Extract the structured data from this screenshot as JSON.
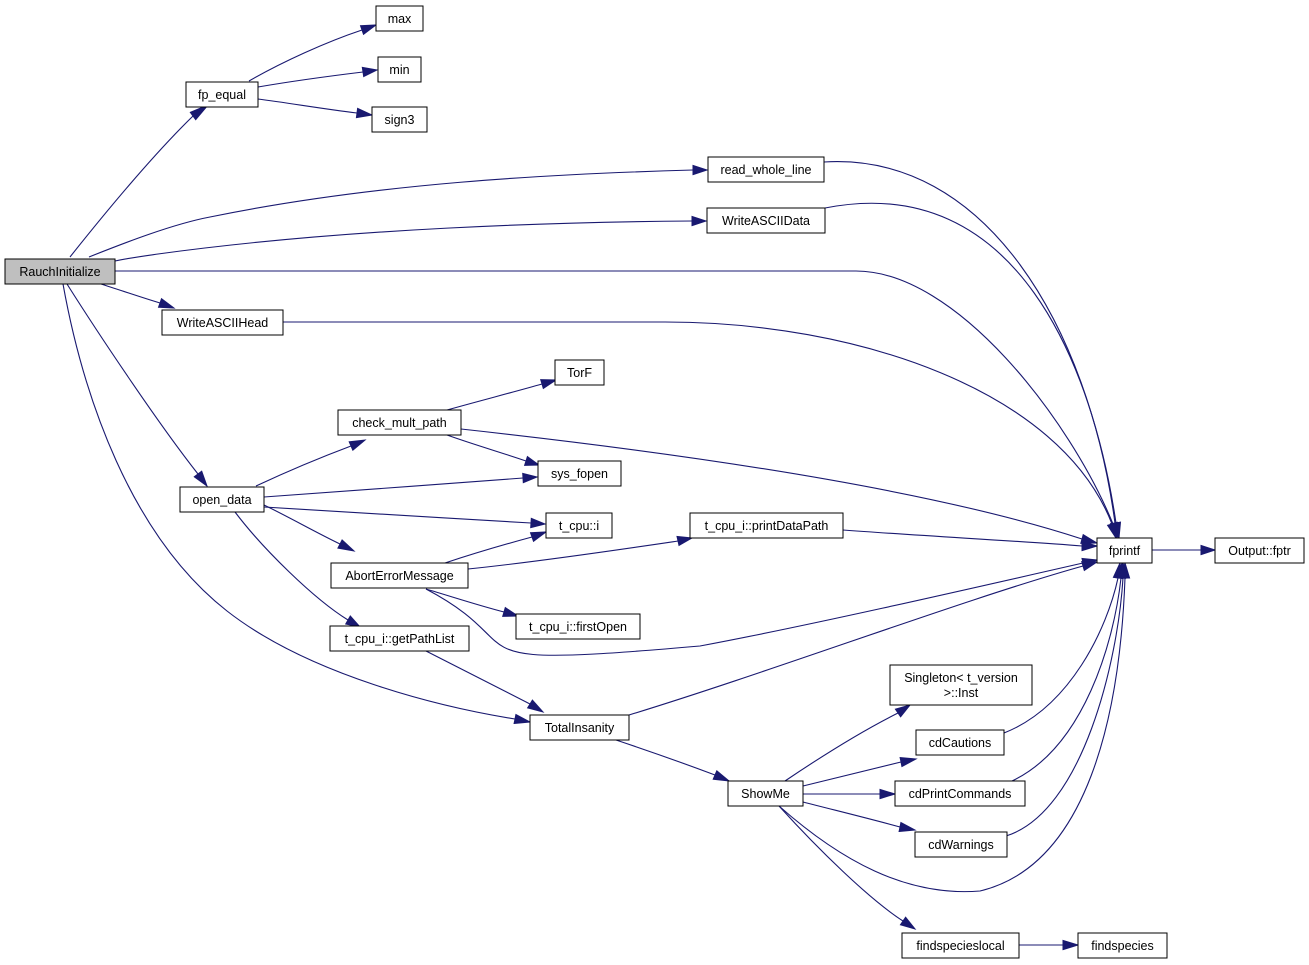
{
  "diagram": {
    "nodes": {
      "rauch": {
        "lines": [
          "RauchInitialize"
        ],
        "root": true
      },
      "fp_equal": {
        "lines": [
          "fp_equal"
        ]
      },
      "max": {
        "lines": [
          "max"
        ]
      },
      "min": {
        "lines": [
          "min"
        ]
      },
      "sign3": {
        "lines": [
          "sign3"
        ]
      },
      "read_whole_line": {
        "lines": [
          "read_whole_line"
        ]
      },
      "write_ascii_data": {
        "lines": [
          "WriteASCIIData"
        ]
      },
      "write_ascii_head": {
        "lines": [
          "WriteASCIIHead"
        ]
      },
      "torf": {
        "lines": [
          "TorF"
        ]
      },
      "check_mult_path": {
        "lines": [
          "check_mult_path"
        ]
      },
      "sys_fopen": {
        "lines": [
          "sys_fopen"
        ]
      },
      "open_data": {
        "lines": [
          "open_data"
        ]
      },
      "t_cpu_i": {
        "lines": [
          "t_cpu::i"
        ]
      },
      "print_data_path": {
        "lines": [
          "t_cpu_i::printDataPath"
        ]
      },
      "fprintf": {
        "lines": [
          "fprintf"
        ]
      },
      "output_fptr": {
        "lines": [
          "Output::fptr"
        ]
      },
      "abort_error_message": {
        "lines": [
          "AbortErrorMessage"
        ]
      },
      "first_open": {
        "lines": [
          "t_cpu_i::firstOpen"
        ]
      },
      "get_path_list": {
        "lines": [
          "t_cpu_i::getPathList"
        ]
      },
      "singleton_inst": {
        "lines": [
          "Singleton< t_version",
          ">::Inst"
        ]
      },
      "cd_cautions": {
        "lines": [
          "cdCautions"
        ]
      },
      "total_insanity": {
        "lines": [
          "TotalInsanity"
        ]
      },
      "show_me": {
        "lines": [
          "ShowMe"
        ]
      },
      "cd_print_commands": {
        "lines": [
          "cdPrintCommands"
        ]
      },
      "cd_warnings": {
        "lines": [
          "cdWarnings"
        ]
      },
      "findspecieslocal": {
        "lines": [
          "findspecieslocal"
        ]
      },
      "findspecies": {
        "lines": [
          "findspecies"
        ]
      }
    },
    "edges": [
      {
        "from": "rauch",
        "to": "fp_equal"
      },
      {
        "from": "rauch",
        "to": "read_whole_line"
      },
      {
        "from": "rauch",
        "to": "write_ascii_data"
      },
      {
        "from": "rauch",
        "to": "fprintf"
      },
      {
        "from": "rauch",
        "to": "write_ascii_head"
      },
      {
        "from": "rauch",
        "to": "open_data"
      },
      {
        "from": "rauch",
        "to": "total_insanity"
      },
      {
        "from": "fp_equal",
        "to": "max"
      },
      {
        "from": "fp_equal",
        "to": "min"
      },
      {
        "from": "fp_equal",
        "to": "sign3"
      },
      {
        "from": "read_whole_line",
        "to": "fprintf"
      },
      {
        "from": "write_ascii_data",
        "to": "fprintf"
      },
      {
        "from": "write_ascii_head",
        "to": "fprintf"
      },
      {
        "from": "open_data",
        "to": "check_mult_path"
      },
      {
        "from": "open_data",
        "to": "sys_fopen"
      },
      {
        "from": "open_data",
        "to": "t_cpu_i"
      },
      {
        "from": "open_data",
        "to": "abort_error_message"
      },
      {
        "from": "open_data",
        "to": "get_path_list"
      },
      {
        "from": "check_mult_path",
        "to": "torf"
      },
      {
        "from": "check_mult_path",
        "to": "sys_fopen"
      },
      {
        "from": "check_mult_path",
        "to": "fprintf"
      },
      {
        "from": "abort_error_message",
        "to": "t_cpu_i"
      },
      {
        "from": "abort_error_message",
        "to": "print_data_path"
      },
      {
        "from": "abort_error_message",
        "to": "first_open"
      },
      {
        "from": "abort_error_message",
        "to": "fprintf"
      },
      {
        "from": "print_data_path",
        "to": "fprintf"
      },
      {
        "from": "get_path_list",
        "to": "total_insanity"
      },
      {
        "from": "total_insanity",
        "to": "fprintf"
      },
      {
        "from": "total_insanity",
        "to": "show_me"
      },
      {
        "from": "show_me",
        "to": "singleton_inst"
      },
      {
        "from": "show_me",
        "to": "cd_cautions"
      },
      {
        "from": "show_me",
        "to": "cd_print_commands"
      },
      {
        "from": "show_me",
        "to": "cd_warnings"
      },
      {
        "from": "show_me",
        "to": "fprintf"
      },
      {
        "from": "show_me",
        "to": "findspecieslocal"
      },
      {
        "from": "cd_cautions",
        "to": "fprintf"
      },
      {
        "from": "cd_print_commands",
        "to": "fprintf"
      },
      {
        "from": "cd_warnings",
        "to": "fprintf"
      },
      {
        "from": "findspecieslocal",
        "to": "findspecies"
      },
      {
        "from": "fprintf",
        "to": "output_fptr"
      }
    ]
  },
  "colors": {
    "edge": "#191970",
    "node_border": "#000000",
    "node_fill": "#ffffff",
    "root_fill": "#bfbfbf",
    "background": "#ffffff"
  }
}
